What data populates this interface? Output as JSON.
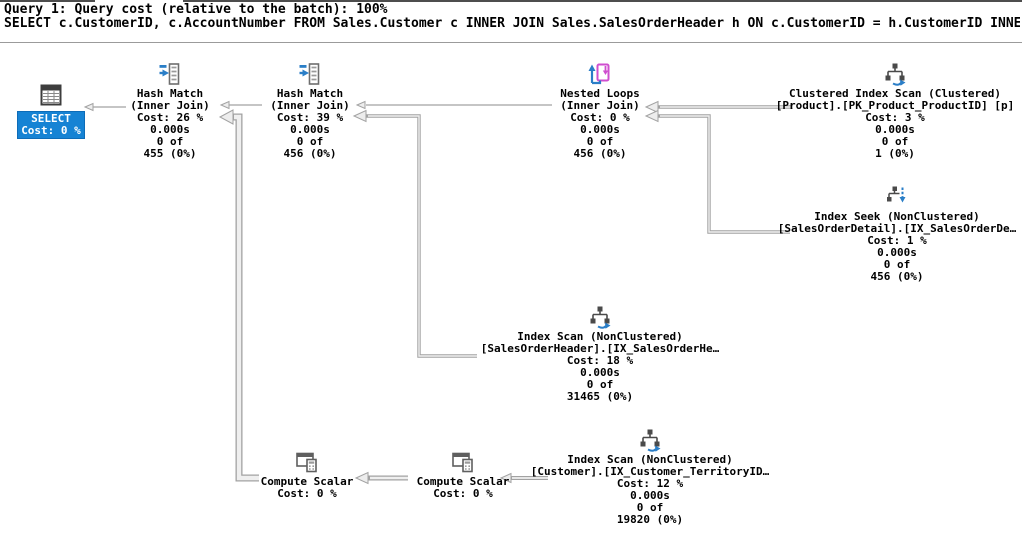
{
  "window": {
    "query_label": "Query 1: Query cost (relative to the batch): 100%",
    "query_text": "SELECT c.CustomerID, c.AccountNumber FROM Sales.Customer c INNER JOIN Sales.SalesOrderHeader h ON c.CustomerID = h.CustomerID INNE"
  },
  "colors": {
    "select_highlight": "#1683D4",
    "icon_blue": "#2A7EC7",
    "icon_magenta": "#CF4ECF",
    "arrow_gray": "#A2A2A2"
  },
  "select_node": {
    "label": "SELECT",
    "cost": "Cost: 0 %"
  },
  "nodes": [
    {
      "id": "hash-match-1",
      "operator": "Hash Match",
      "lines": [
        "Hash Match",
        "(Inner Join)",
        "Cost: 26 %",
        "0.000s",
        "0 of",
        "455 (0%)"
      ]
    },
    {
      "id": "hash-match-2",
      "operator": "Hash Match",
      "lines": [
        "Hash Match",
        "(Inner Join)",
        "Cost: 39 %",
        "0.000s",
        "0 of",
        "456 (0%)"
      ]
    },
    {
      "id": "nested-loops",
      "operator": "Nested Loops",
      "lines": [
        "Nested Loops",
        "(Inner Join)",
        "Cost: 0 %",
        "0.000s",
        "0 of",
        "456 (0%)"
      ]
    },
    {
      "id": "clustered-index-scan-product",
      "operator": "Clustered Index Scan",
      "lines": [
        "Clustered Index Scan (Clustered)",
        "[Product].[PK_Product_ProductID] [p]",
        "Cost: 3 %",
        "0.000s",
        "0 of",
        "1 (0%)"
      ]
    },
    {
      "id": "index-seek-salesorderdetail",
      "operator": "Index Seek",
      "lines": [
        "Index Seek (NonClustered)",
        "[SalesOrderDetail].[IX_SalesOrderDe…",
        "Cost: 1 %",
        "0.000s",
        "0 of",
        "456 (0%)"
      ]
    },
    {
      "id": "index-scan-salesorderheader",
      "operator": "Index Scan",
      "lines": [
        "Index Scan (NonClustered)",
        "[SalesOrderHeader].[IX_SalesOrderHe…",
        "Cost: 18 %",
        "0.000s",
        "0 of",
        "31465 (0%)"
      ]
    },
    {
      "id": "compute-scalar-1",
      "operator": "Compute Scalar",
      "lines": [
        "Compute Scalar",
        "Cost: 0 %"
      ]
    },
    {
      "id": "compute-scalar-2",
      "operator": "Compute Scalar",
      "lines": [
        "Compute Scalar",
        "Cost: 0 %"
      ]
    },
    {
      "id": "index-scan-customer",
      "operator": "Index Scan",
      "lines": [
        "Index Scan (NonClustered)",
        "[Customer].[IX_Customer_TerritoryID…",
        "Cost: 12 %",
        "0.000s",
        "0 of",
        "19820 (0%)"
      ]
    }
  ]
}
